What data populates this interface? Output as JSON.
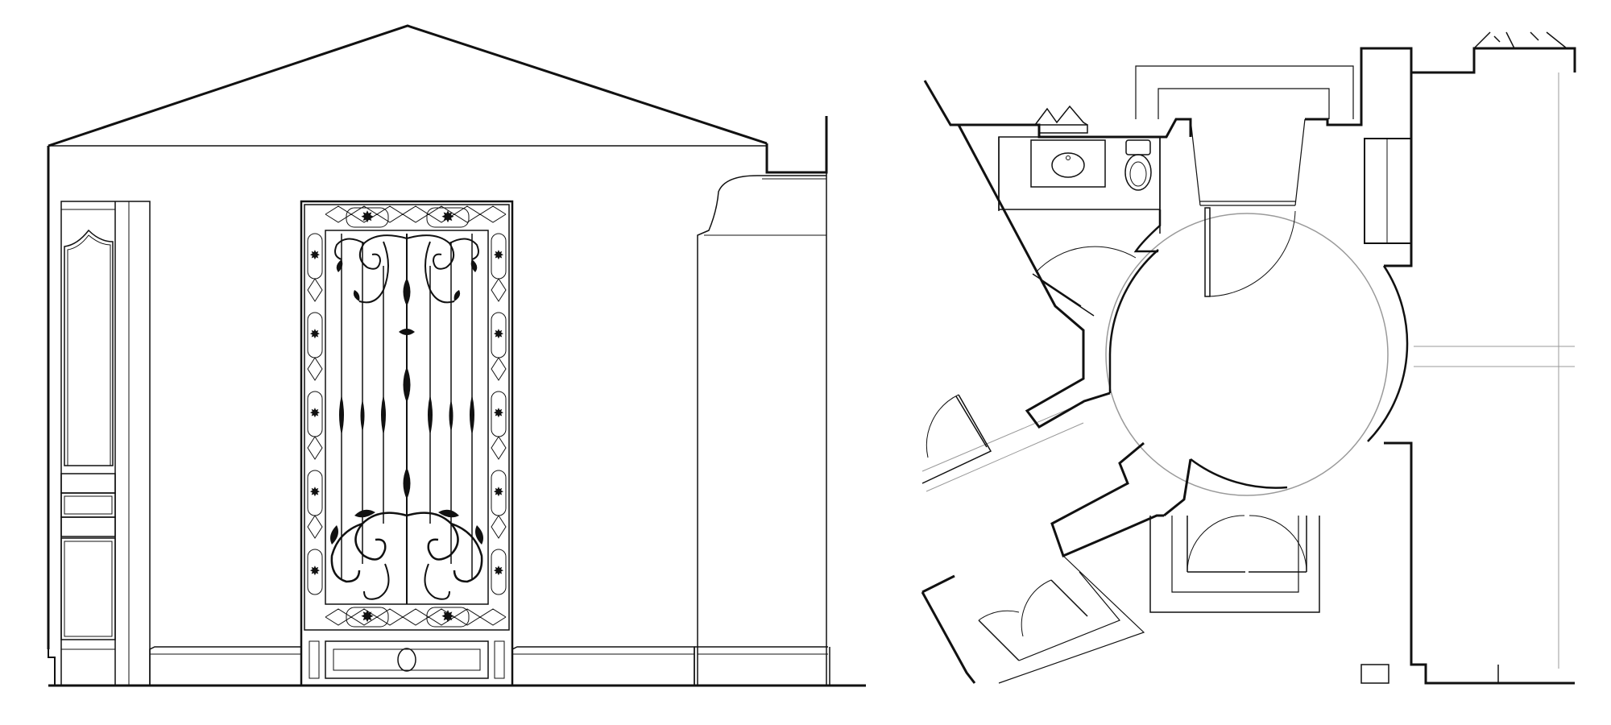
{
  "drawing": {
    "elevation": {
      "ink_color": "#111111",
      "panels": [
        "paneled-door",
        "wrought-iron-gate",
        "pilaster-column"
      ]
    },
    "floor_plan": {
      "ink_color": "#111111",
      "light_line_color": "#9a9a9a",
      "fixtures": [
        "washbasin",
        "toilet"
      ]
    }
  }
}
